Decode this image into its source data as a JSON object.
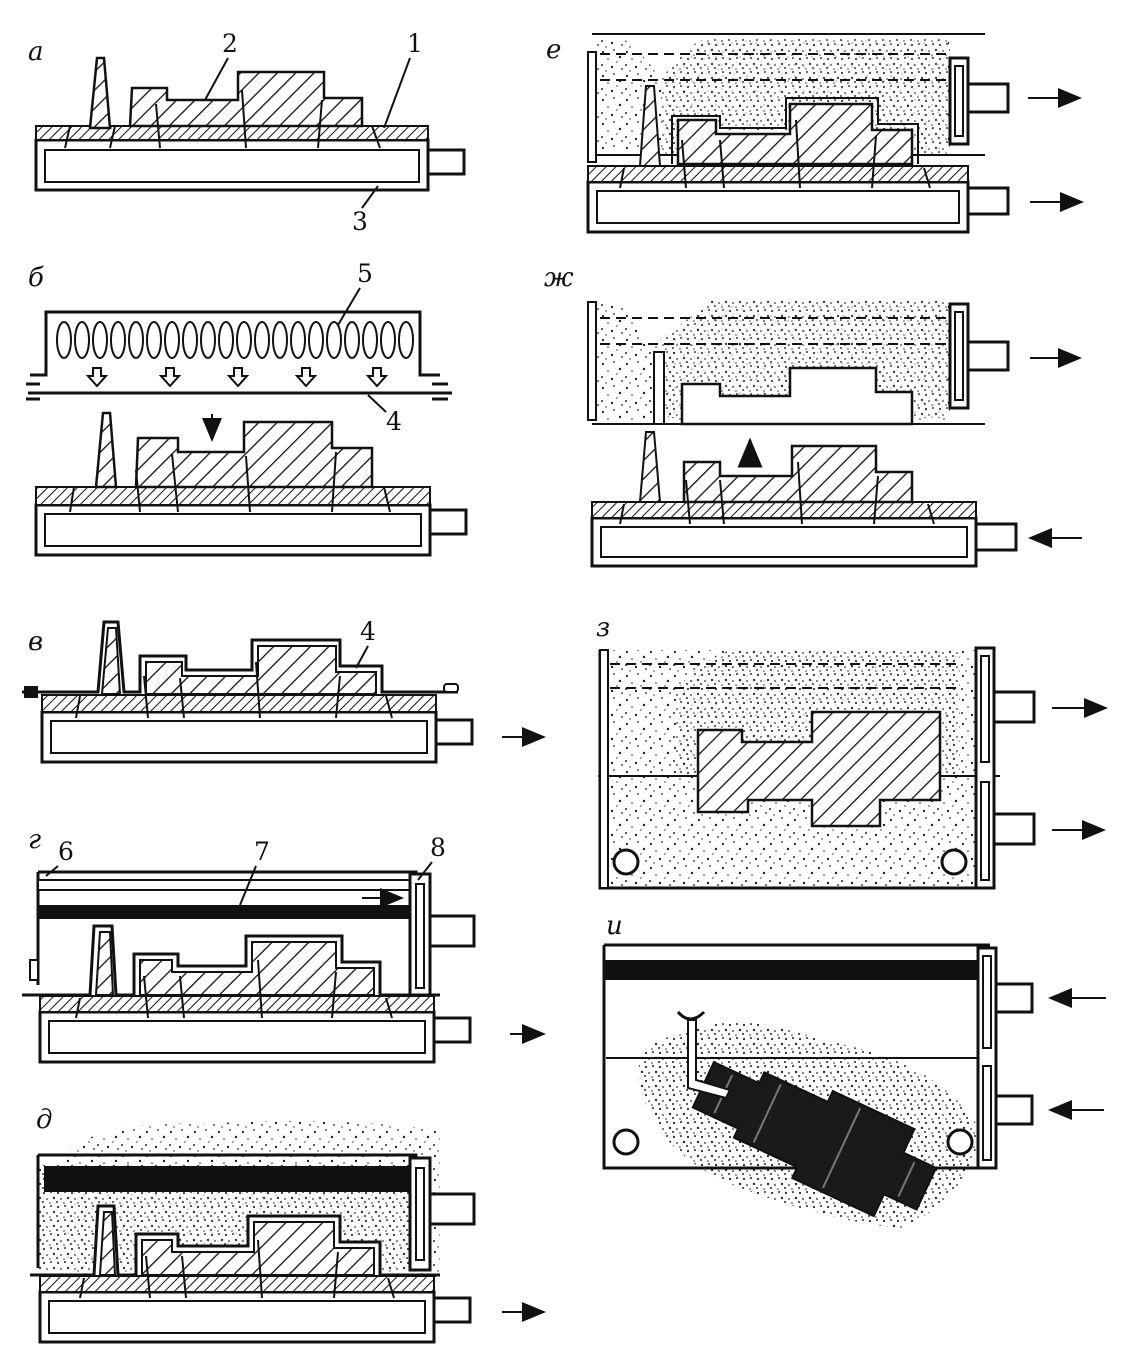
{
  "figure": {
    "panel_letters": {
      "a": "а",
      "b": "б",
      "v": "в",
      "g": "г",
      "d": "д",
      "e": "е",
      "zh": "ж",
      "z": "з",
      "i": "и"
    },
    "callouts": {
      "n1": "1",
      "n2": "2",
      "n3": "3",
      "n4": "4",
      "n4b": "4",
      "n5": "5",
      "n6": "6",
      "n7": "7",
      "n8": "8"
    },
    "colors": {
      "ink": "#111111",
      "paper": "#ffffff",
      "sand": "#ffffff",
      "sand_dots": "#222222"
    }
  }
}
